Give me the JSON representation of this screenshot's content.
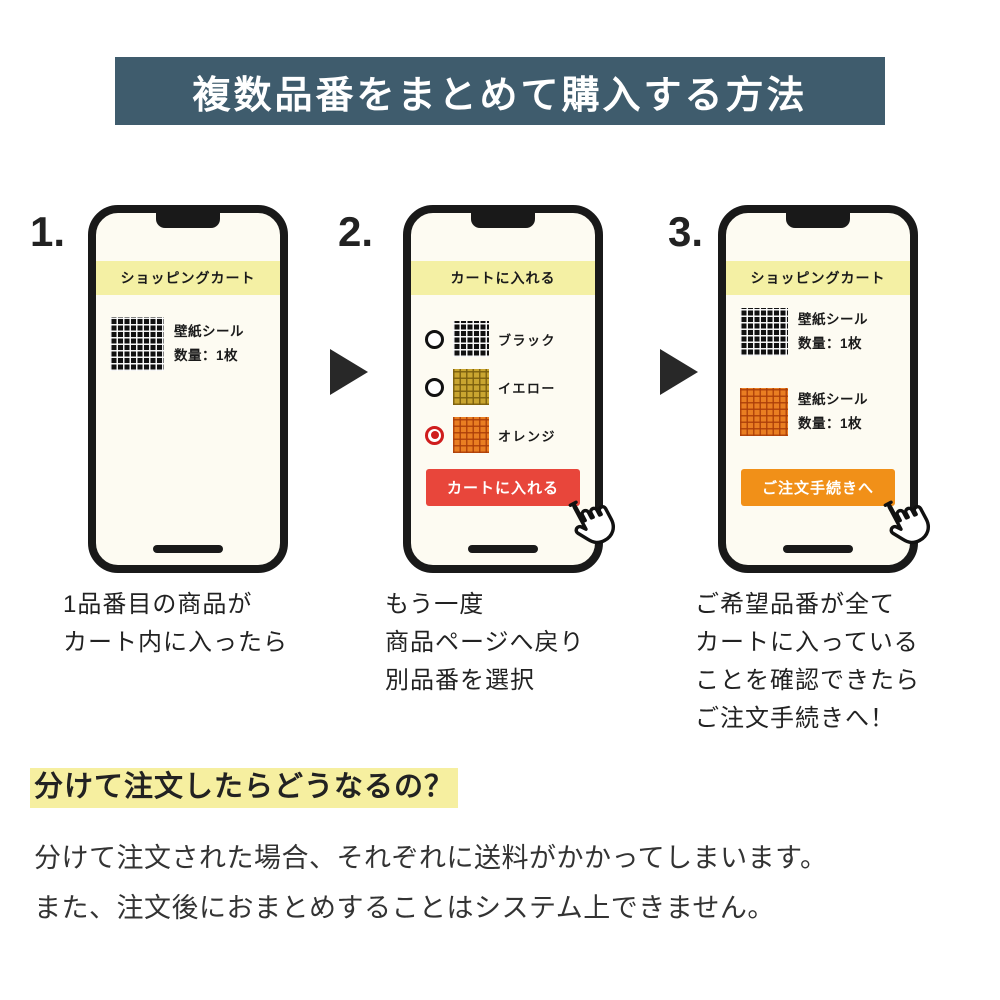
{
  "title": "複数品番をまとめて購入する方法",
  "colors": {
    "banner_bg": "#3f5c6d",
    "phone_header_bg": "#f4f0a4",
    "add_to_cart_button": "#e8463b",
    "checkout_button": "#f19018",
    "highlight": "#f6efa0",
    "selected_radio": "#cf1d1d"
  },
  "steps": [
    {
      "number": "1.",
      "phone": {
        "header": "ショッピングカート",
        "items": [
          {
            "swatch": "black-tile-swatch",
            "name": "壁紙シール",
            "qty": "数量：1枚"
          }
        ]
      },
      "caption": [
        "1品番目の商品が",
        "カート内に入ったら"
      ]
    },
    {
      "number": "2.",
      "phone": {
        "header": "カートに入れる",
        "options": [
          {
            "label": "ブラック",
            "swatch": "black-tile-swatch",
            "selected": false
          },
          {
            "label": "イエロー",
            "swatch": "yellow-tile-swatch",
            "selected": false
          },
          {
            "label": "オレンジ",
            "swatch": "orange-tile-swatch",
            "selected": true
          }
        ],
        "button": "カートに入れる",
        "cursor": "hand-pointer-icon"
      },
      "caption": [
        "もう一度",
        "商品ページへ戻り",
        "別品番を選択"
      ]
    },
    {
      "number": "3.",
      "phone": {
        "header": "ショッピングカート",
        "items": [
          {
            "swatch": "black-tile-swatch",
            "name": "壁紙シール",
            "qty": "数量：1枚"
          },
          {
            "swatch": "orange-tile-swatch",
            "name": "壁紙シール",
            "qty": "数量：1枚"
          }
        ],
        "button": "ご注文手続きへ",
        "cursor": "hand-pointer-icon"
      },
      "caption": [
        "ご希望品番が全て",
        "カートに入っている",
        "ことを確認できたら",
        "ご注文手続きへ！"
      ]
    }
  ],
  "footer": {
    "heading": "分けて注文したらどうなるの？",
    "body": [
      "分けて注文された場合、それぞれに送料がかかってしまいます。",
      "また、注文後におまとめすることはシステム上できません。"
    ]
  }
}
